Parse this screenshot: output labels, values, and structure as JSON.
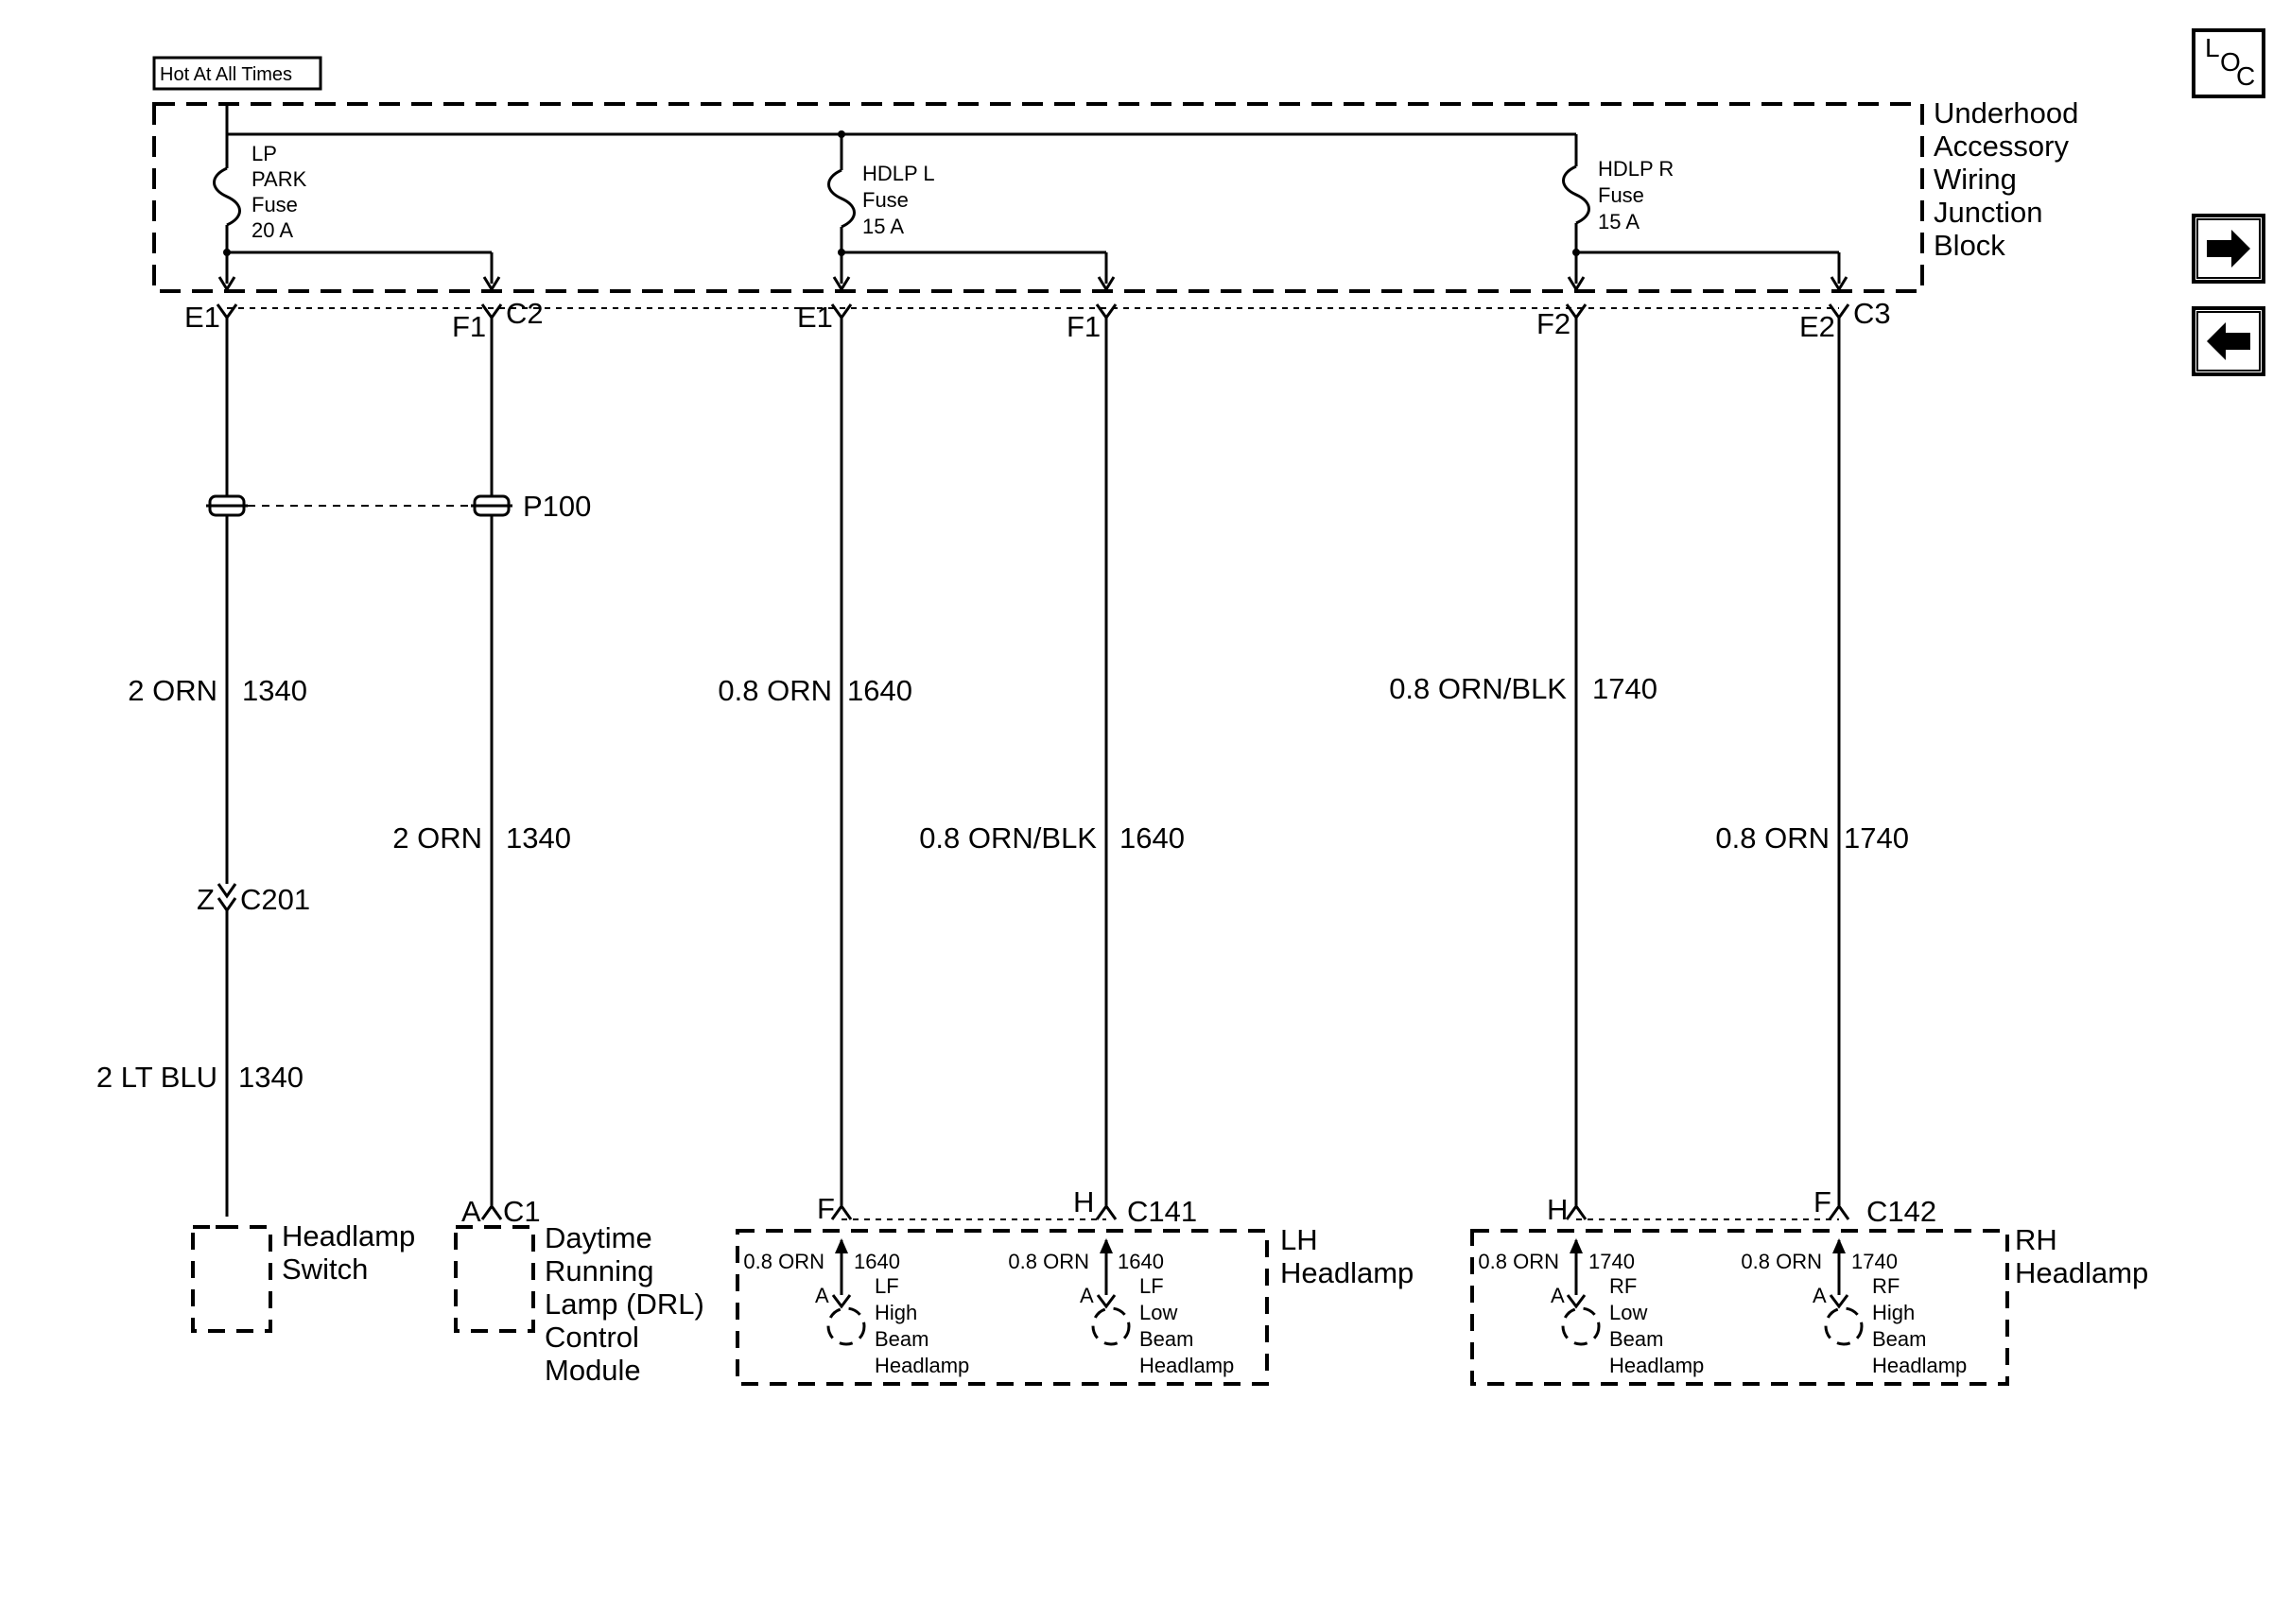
{
  "header": {
    "hot_label": "Hot At All Times"
  },
  "nav": {
    "loc_letters": [
      "L",
      "O",
      "C"
    ],
    "forward_icon": "right-arrow-icon",
    "back_icon": "left-arrow-icon"
  },
  "junction_block": {
    "name_lines": [
      "Underhood",
      "Accessory",
      "Wiring",
      "Junction",
      "Block"
    ],
    "fuses": [
      {
        "lines": [
          "LP",
          "PARK",
          "Fuse",
          "20 A"
        ]
      },
      {
        "lines": [
          "HDLP L",
          "Fuse",
          "15 A"
        ]
      },
      {
        "lines": [
          "HDLP R",
          "Fuse",
          "15 A"
        ]
      }
    ],
    "pins": [
      "E1",
      "F1",
      "E1",
      "F1",
      "F2",
      "E2"
    ],
    "connectors": [
      "C2",
      "C3"
    ]
  },
  "splice": {
    "label": "P100"
  },
  "inline_connector": {
    "pin": "Z",
    "name": "C201"
  },
  "wires": [
    {
      "gauge_color": "2 ORN",
      "circuit": "1340"
    },
    {
      "gauge_color": "2 LT BLU",
      "circuit": "1340"
    },
    {
      "gauge_color": "2 ORN",
      "circuit": "1340"
    },
    {
      "gauge_color": "0.8 ORN",
      "circuit": "1640"
    },
    {
      "gauge_color": "0.8 ORN/BLK",
      "circuit": "1640"
    },
    {
      "gauge_color": "0.8 ORN/BLK",
      "circuit": "1740"
    },
    {
      "gauge_color": "0.8 ORN",
      "circuit": "1740"
    }
  ],
  "components": {
    "headlamp_switch": {
      "name_lines": [
        "Headlamp",
        "Switch"
      ]
    },
    "drl_module": {
      "pin": "A",
      "connector": "C1",
      "name_lines": [
        "Daytime",
        "Running",
        "Lamp (DRL)",
        "Control",
        "Module"
      ]
    },
    "lh_headlamp": {
      "name_lines": [
        "LH",
        "Headlamp"
      ],
      "connector": "C141",
      "pins": [
        "F",
        "H"
      ],
      "lamps": [
        {
          "wire": "0.8 ORN",
          "circuit": "1640",
          "pin": "A",
          "name_lines": [
            "LF",
            "High",
            "Beam",
            "Headlamp"
          ]
        },
        {
          "wire": "0.8 ORN",
          "circuit": "1640",
          "pin": "A",
          "name_lines": [
            "LF",
            "Low",
            "Beam",
            "Headlamp"
          ]
        }
      ]
    },
    "rh_headlamp": {
      "name_lines": [
        "RH",
        "Headlamp"
      ],
      "connector": "C142",
      "pins": [
        "H",
        "F"
      ],
      "lamps": [
        {
          "wire": "0.8 ORN",
          "circuit": "1740",
          "pin": "A",
          "name_lines": [
            "RF",
            "Low",
            "Beam",
            "Headlamp"
          ]
        },
        {
          "wire": "0.8 ORN",
          "circuit": "1740",
          "pin": "A",
          "name_lines": [
            "RF",
            "High",
            "Beam",
            "Headlamp"
          ]
        }
      ]
    }
  }
}
